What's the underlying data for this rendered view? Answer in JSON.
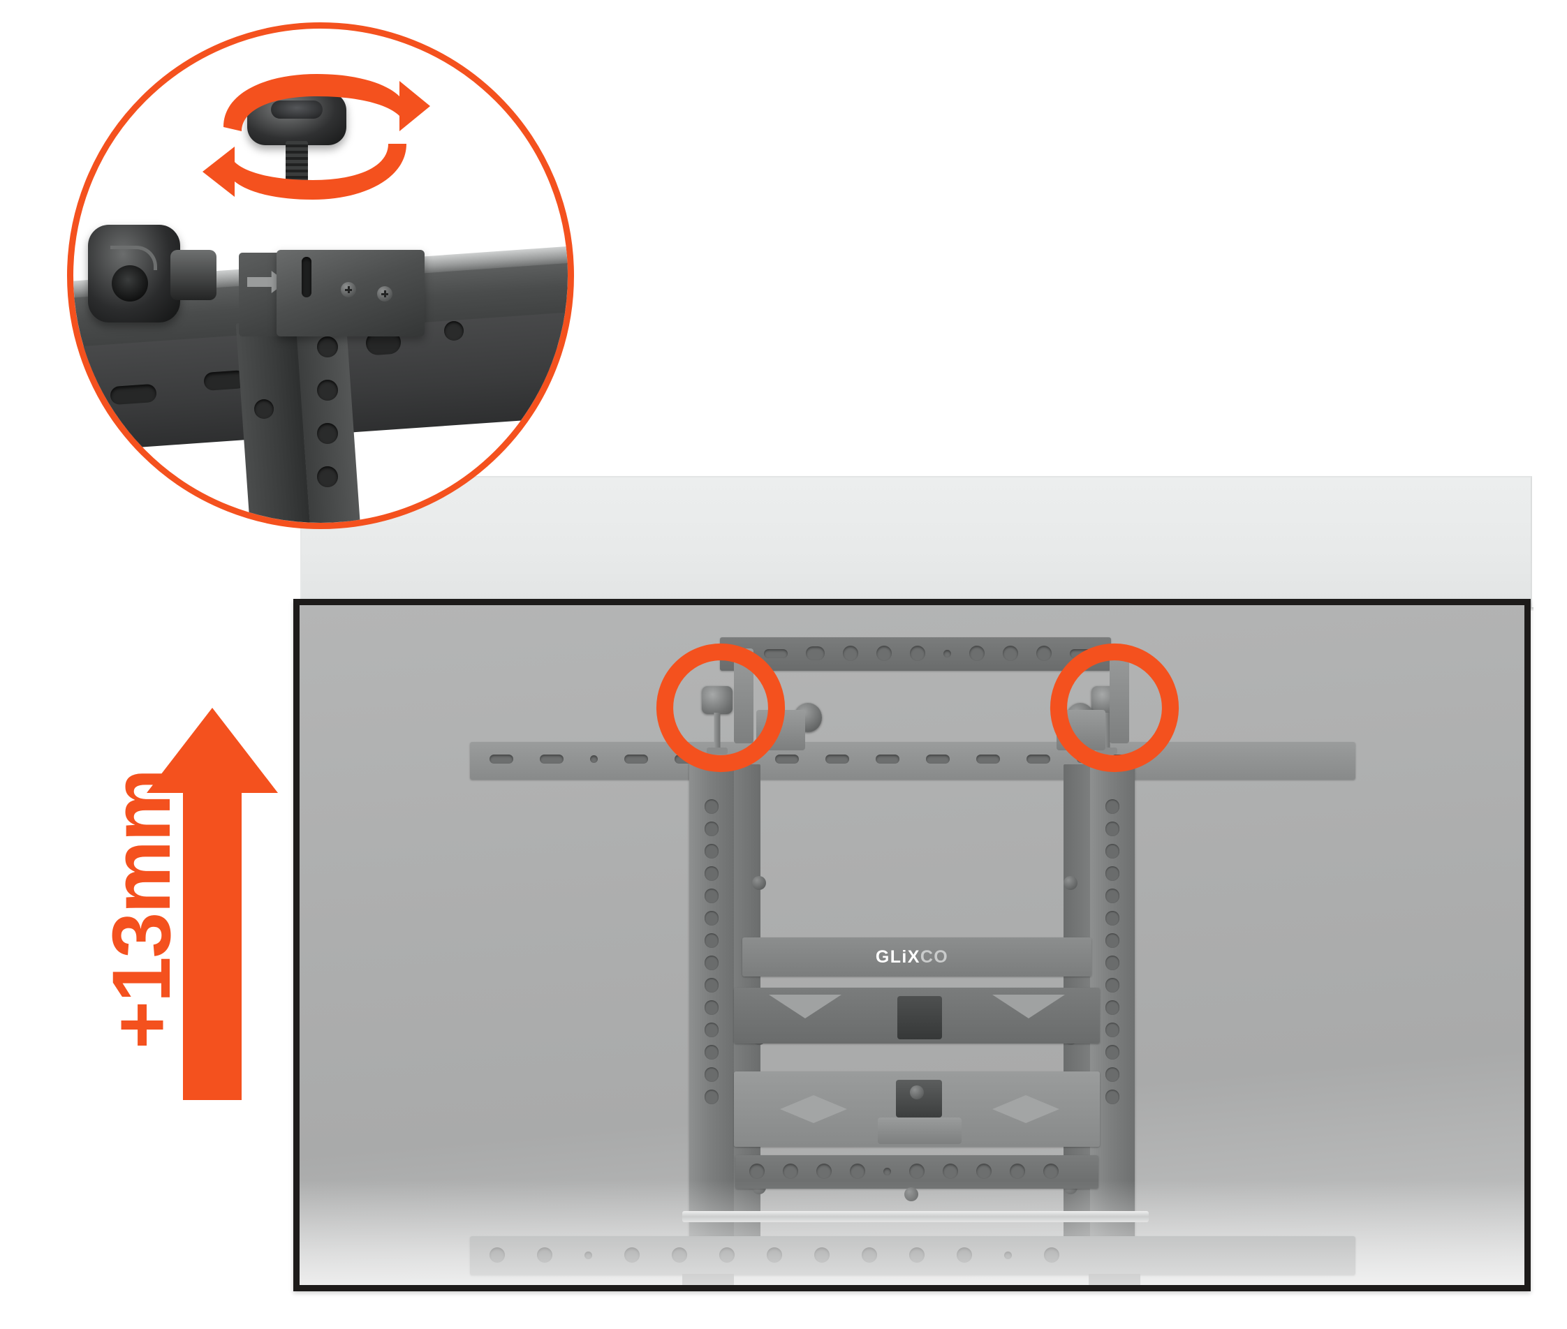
{
  "colors": {
    "accent_orange": "#F4511E",
    "tv_bezel": "#1D1B1A",
    "tv_screen": "#AFB0B0",
    "ghost_tv": "#E9EBEB",
    "bracket_gray": "#7D7F7F",
    "knob_black": "#1A1B1B"
  },
  "measurement": {
    "label": "+13mm",
    "value": 13,
    "unit": "mm",
    "direction": "up",
    "arrow_icon": "up-arrow-icon"
  },
  "callout": {
    "shape": "circle",
    "border_color": "#F4511E",
    "title": "thumb-knob-detail",
    "rotation_icon": "rotate-both-ways-icon",
    "parts": [
      {
        "name": "top-thumb-knob",
        "icon": "thumb-knob-icon"
      },
      {
        "name": "side-thumb-knob",
        "icon": "thumb-knob-icon"
      },
      {
        "name": "slide-block",
        "icon": "slide-block-icon"
      },
      {
        "name": "mount-rail",
        "icon": "rail-icon"
      },
      {
        "name": "direction-arrow-marking",
        "icon": "right-arrow-icon"
      }
    ]
  },
  "tv": {
    "ghost_label": "raised-tv-outline",
    "panel_label": "tv-panel"
  },
  "mount": {
    "brand_primary": "GLiX",
    "brand_secondary": "CO",
    "highlights": [
      {
        "id": "left-knob-highlight",
        "icon": "circular-highlight-icon"
      },
      {
        "id": "right-knob-highlight",
        "icon": "circular-highlight-icon"
      }
    ],
    "components": [
      "top-vesa-rail",
      "top-wall-rail",
      "left-vertical-arm",
      "right-vertical-arm",
      "center-crossbar",
      "tilt-plate",
      "bottom-vesa-rail",
      "bottom-wall-rail"
    ]
  }
}
